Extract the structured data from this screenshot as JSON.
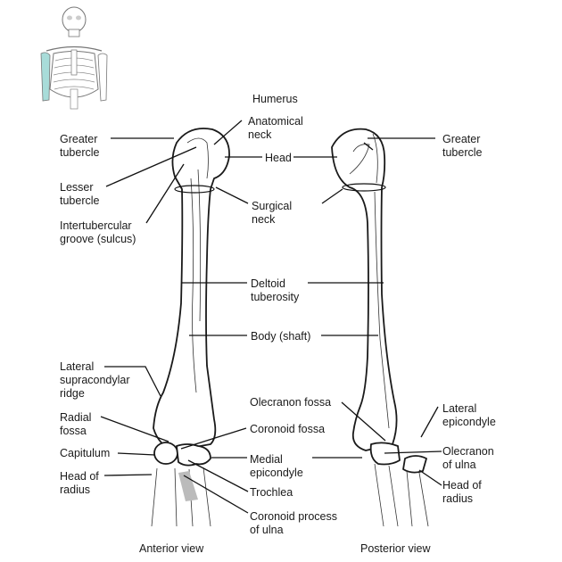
{
  "title": "Humerus",
  "views": {
    "anterior": "Anterior view",
    "posterior": "Posterior view"
  },
  "highlight_color": "#a8dcd9",
  "labels": {
    "greater_tubercle_left": "Greater\ntubercle",
    "lesser_tubercle": "Lesser\ntubercle",
    "intertubercular_groove": "Intertubercular\ngroove (sulcus)",
    "anatomical_neck": "Anatomical\nneck",
    "head": "Head",
    "surgical_neck": "Surgical\nneck",
    "greater_tubercle_right": "Greater\ntubercle",
    "deltoid_tuberosity": "Deltoid\ntuberosity",
    "body_shaft": "Body (shaft)",
    "lateral_supracondylar_ridge": "Lateral\nsupracondylar\nridge",
    "radial_fossa": "Radial\nfossa",
    "capitulum": "Capitulum",
    "head_of_radius_left": "Head of\nradius",
    "olecranon_fossa": "Olecranon fossa",
    "coronoid_fossa": "Coronoid fossa",
    "medial_epicondyle": "Medial\nepicondyle",
    "trochlea": "Trochlea",
    "coronoid_process": "Coronoid process\nof ulna",
    "lateral_epicondyle": "Lateral\nepicondyle",
    "olecranon_of_ulna": "Olecranon\nof ulna",
    "head_of_radius_right": "Head of\nradius"
  }
}
